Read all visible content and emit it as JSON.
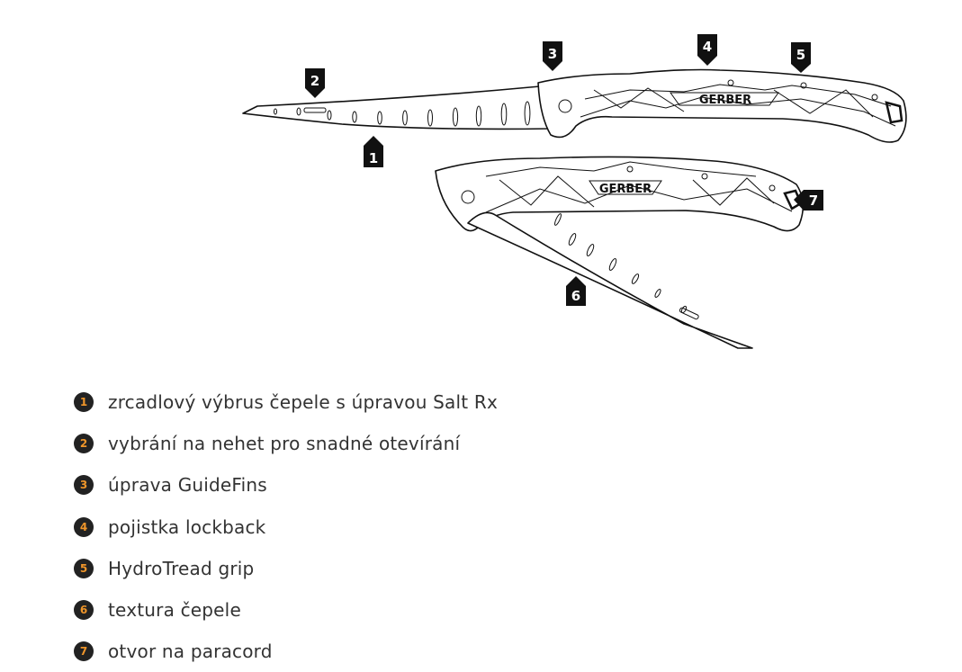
{
  "brand_logo": "GERBER",
  "callouts": [
    "1",
    "2",
    "3",
    "4",
    "5",
    "6",
    "7"
  ],
  "legend": [
    {
      "num": "1",
      "text": "zrcadlový výbrus čepele s úpravou Salt Rx"
    },
    {
      "num": "2",
      "text": "vybrání na nehet pro snadné otevírání"
    },
    {
      "num": "3",
      "text": "úprava GuideFins"
    },
    {
      "num": "4",
      "text": "pojistka lockback"
    },
    {
      "num": "5",
      "text": "HydroTread grip"
    },
    {
      "num": "6",
      "text": "textura čepele"
    },
    {
      "num": "7",
      "text": "otvor na paracord"
    }
  ],
  "colors": {
    "bullet_bg": "#222222",
    "bullet_num": "#f0962a",
    "text": "#333333"
  }
}
